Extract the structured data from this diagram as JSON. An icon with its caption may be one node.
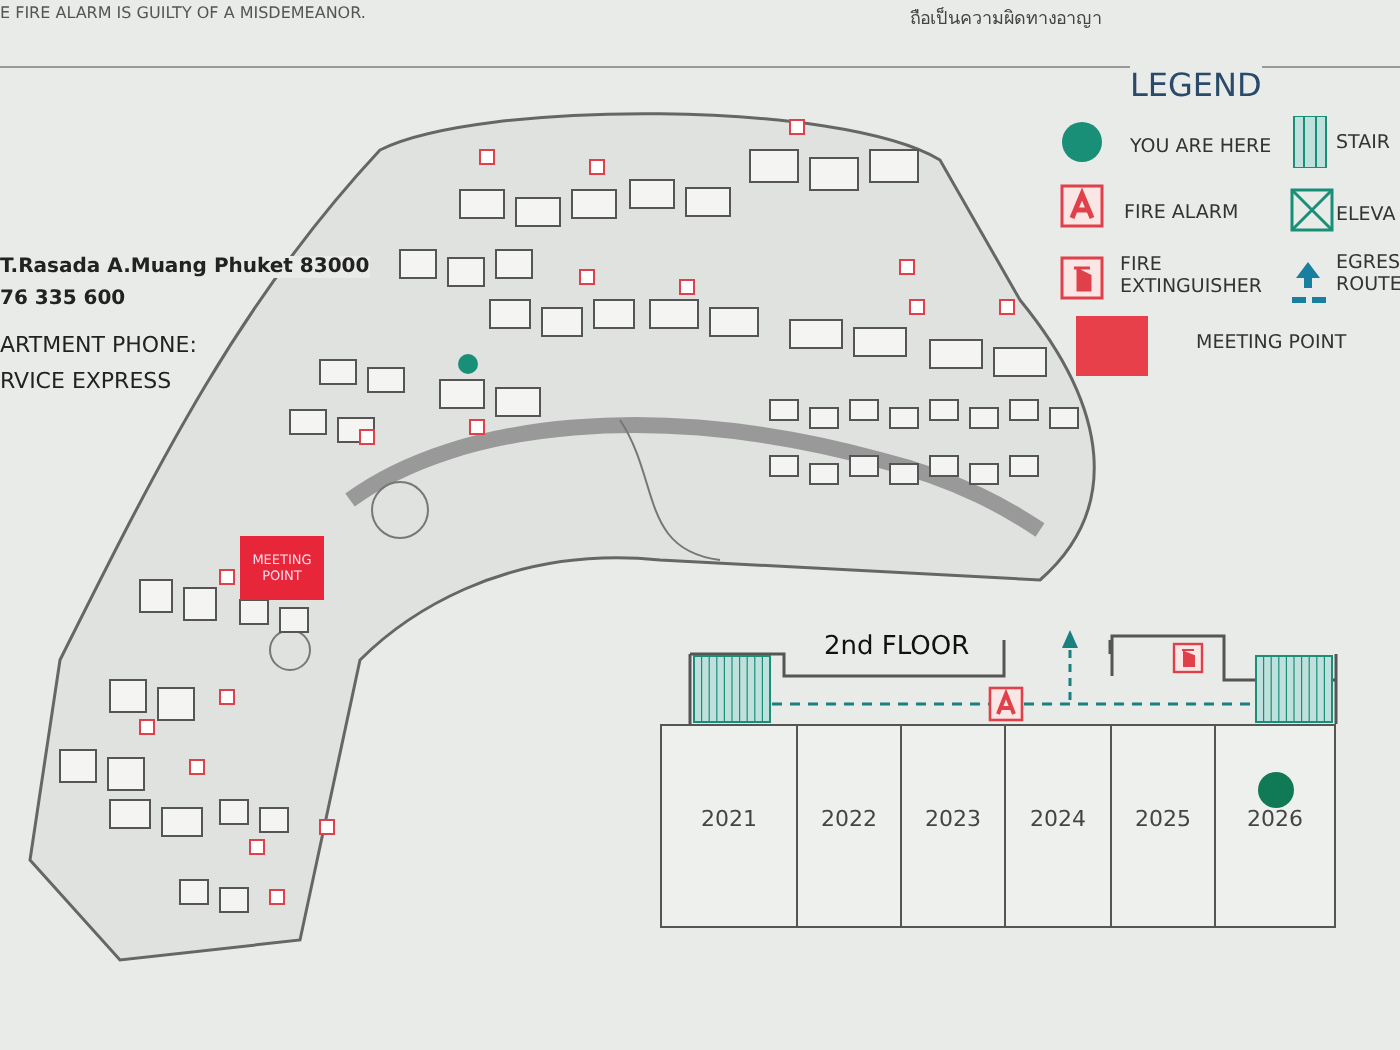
{
  "diagram": {
    "nodes": [
      {
        "text": [
          "MEETING POINT"
        ]
      },
      {
        "text": [
          "2021"
        ]
      },
      {
        "text": [
          "2022"
        ]
      },
      {
        "text": [
          "2023"
        ]
      },
      {
        "text": [
          "2024"
        ]
      },
      {
        "text": [
          "2025"
        ]
      },
      {
        "text": [
          "2026"
        ]
      }
    ],
    "labels": [
      "E FIRE ALARM IS GUILTY OF A MISDEMEANOR.",
      "ถือเป็นความผิดทางอาญา",
      "T.Rasada A.Muang Phuket 83000",
      "76 335 600",
      "ARTMENT PHONE:",
      "RVICE EXPRESS",
      "LEGEND",
      "2nd FLOOR"
    ],
    "legend": [
      {
        "text": "YOU ARE HERE",
        "color": "#1a8f78"
      },
      {
        "text": "FIRE ALARM"
      },
      {
        "text": "FIRE EXTINGUISHER"
      },
      {
        "text": "MEETING POINT",
        "color": "#e8404a"
      },
      {
        "text": "STAIR"
      },
      {
        "text": "ELEVA"
      },
      {
        "text": "EGRES ROUTE"
      }
    ]
  }
}
